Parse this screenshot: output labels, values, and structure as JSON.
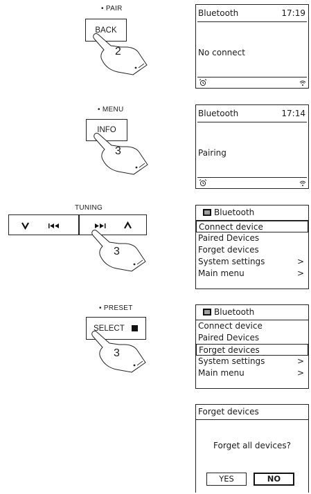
{
  "steps": [
    {
      "caption": "• PAIR",
      "button": "BACK",
      "finger_number": "2",
      "screen": {
        "title": "Bluetooth",
        "time": "17:19",
        "message": "No connect"
      }
    },
    {
      "caption": "• MENU",
      "button": "INFO",
      "finger_number": "3",
      "screen": {
        "title": "Bluetooth",
        "time": "17:14",
        "message": "Pairing"
      }
    },
    {
      "caption": "TUNING",
      "finger_number": "3",
      "screen": {
        "title": "Bluetooth",
        "items": [
          "Connect device",
          "Paired Devices",
          "Forget devices",
          "System settings",
          "Main menu"
        ],
        "selected": "Connect device",
        "submenu_marker": ">"
      }
    },
    {
      "caption": "• PRESET",
      "button": "SELECT",
      "finger_number": "3",
      "screen": {
        "title": "Bluetooth",
        "items": [
          "Connect device",
          "Paired Devices",
          "Forget devices",
          "System settings",
          "Main menu"
        ],
        "selected": "Forget devices",
        "submenu_marker": ">"
      }
    }
  ],
  "final_screen": {
    "title": "Forget devices",
    "question": "Forget all devices?",
    "yes": "YES",
    "no": "NO"
  },
  "icons": [
    "alarm-icon",
    "wifi-signal-icon",
    "menu-list-icon",
    "pointing-hand-icon"
  ]
}
